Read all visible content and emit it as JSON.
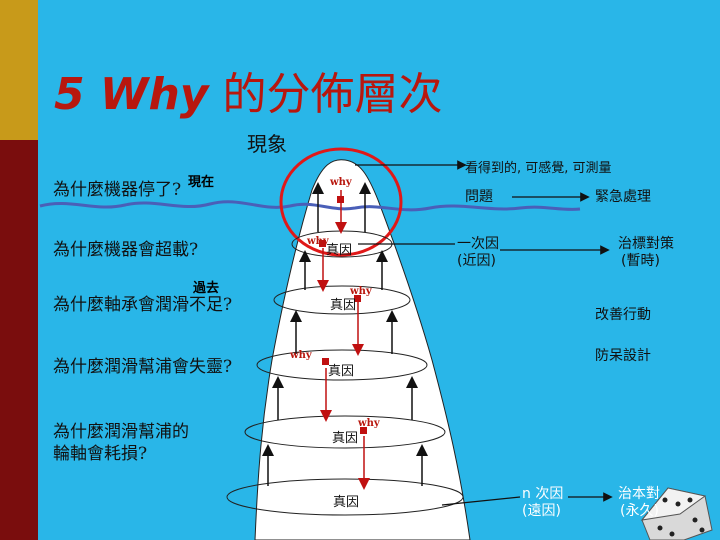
{
  "slide": {
    "title_en": "5 Why",
    "title_zh": "的分佈層次",
    "phenomenon": "現象",
    "visible_note": "看得到的, 可感覺, 可測量",
    "questions": [
      "為什麼機器停了?",
      "為什麼機器會超載?",
      "為什麼軸承會潤滑不足?",
      "為什麼潤滑幫浦會失靈?",
      "為什麼潤滑幫浦的",
      "輪軸會耗損?"
    ],
    "tags": {
      "now": "現在",
      "past": "過去"
    },
    "why_label": "why",
    "cause_label": "真因",
    "right": {
      "problem": "問題",
      "emergency": "緊急處理",
      "primary_cause_1": "一次因",
      "primary_cause_2": "(近因)",
      "symptom_fix_1": "治標對策",
      "symptom_fix_2": "(暫時)",
      "improve": "改善行動",
      "prevent": "防呆設計",
      "nth_cause_1": "n 次因",
      "nth_cause_2": "(遠因)",
      "root_fix_1": "治本對",
      "root_fix_2": "(永久)"
    }
  }
}
